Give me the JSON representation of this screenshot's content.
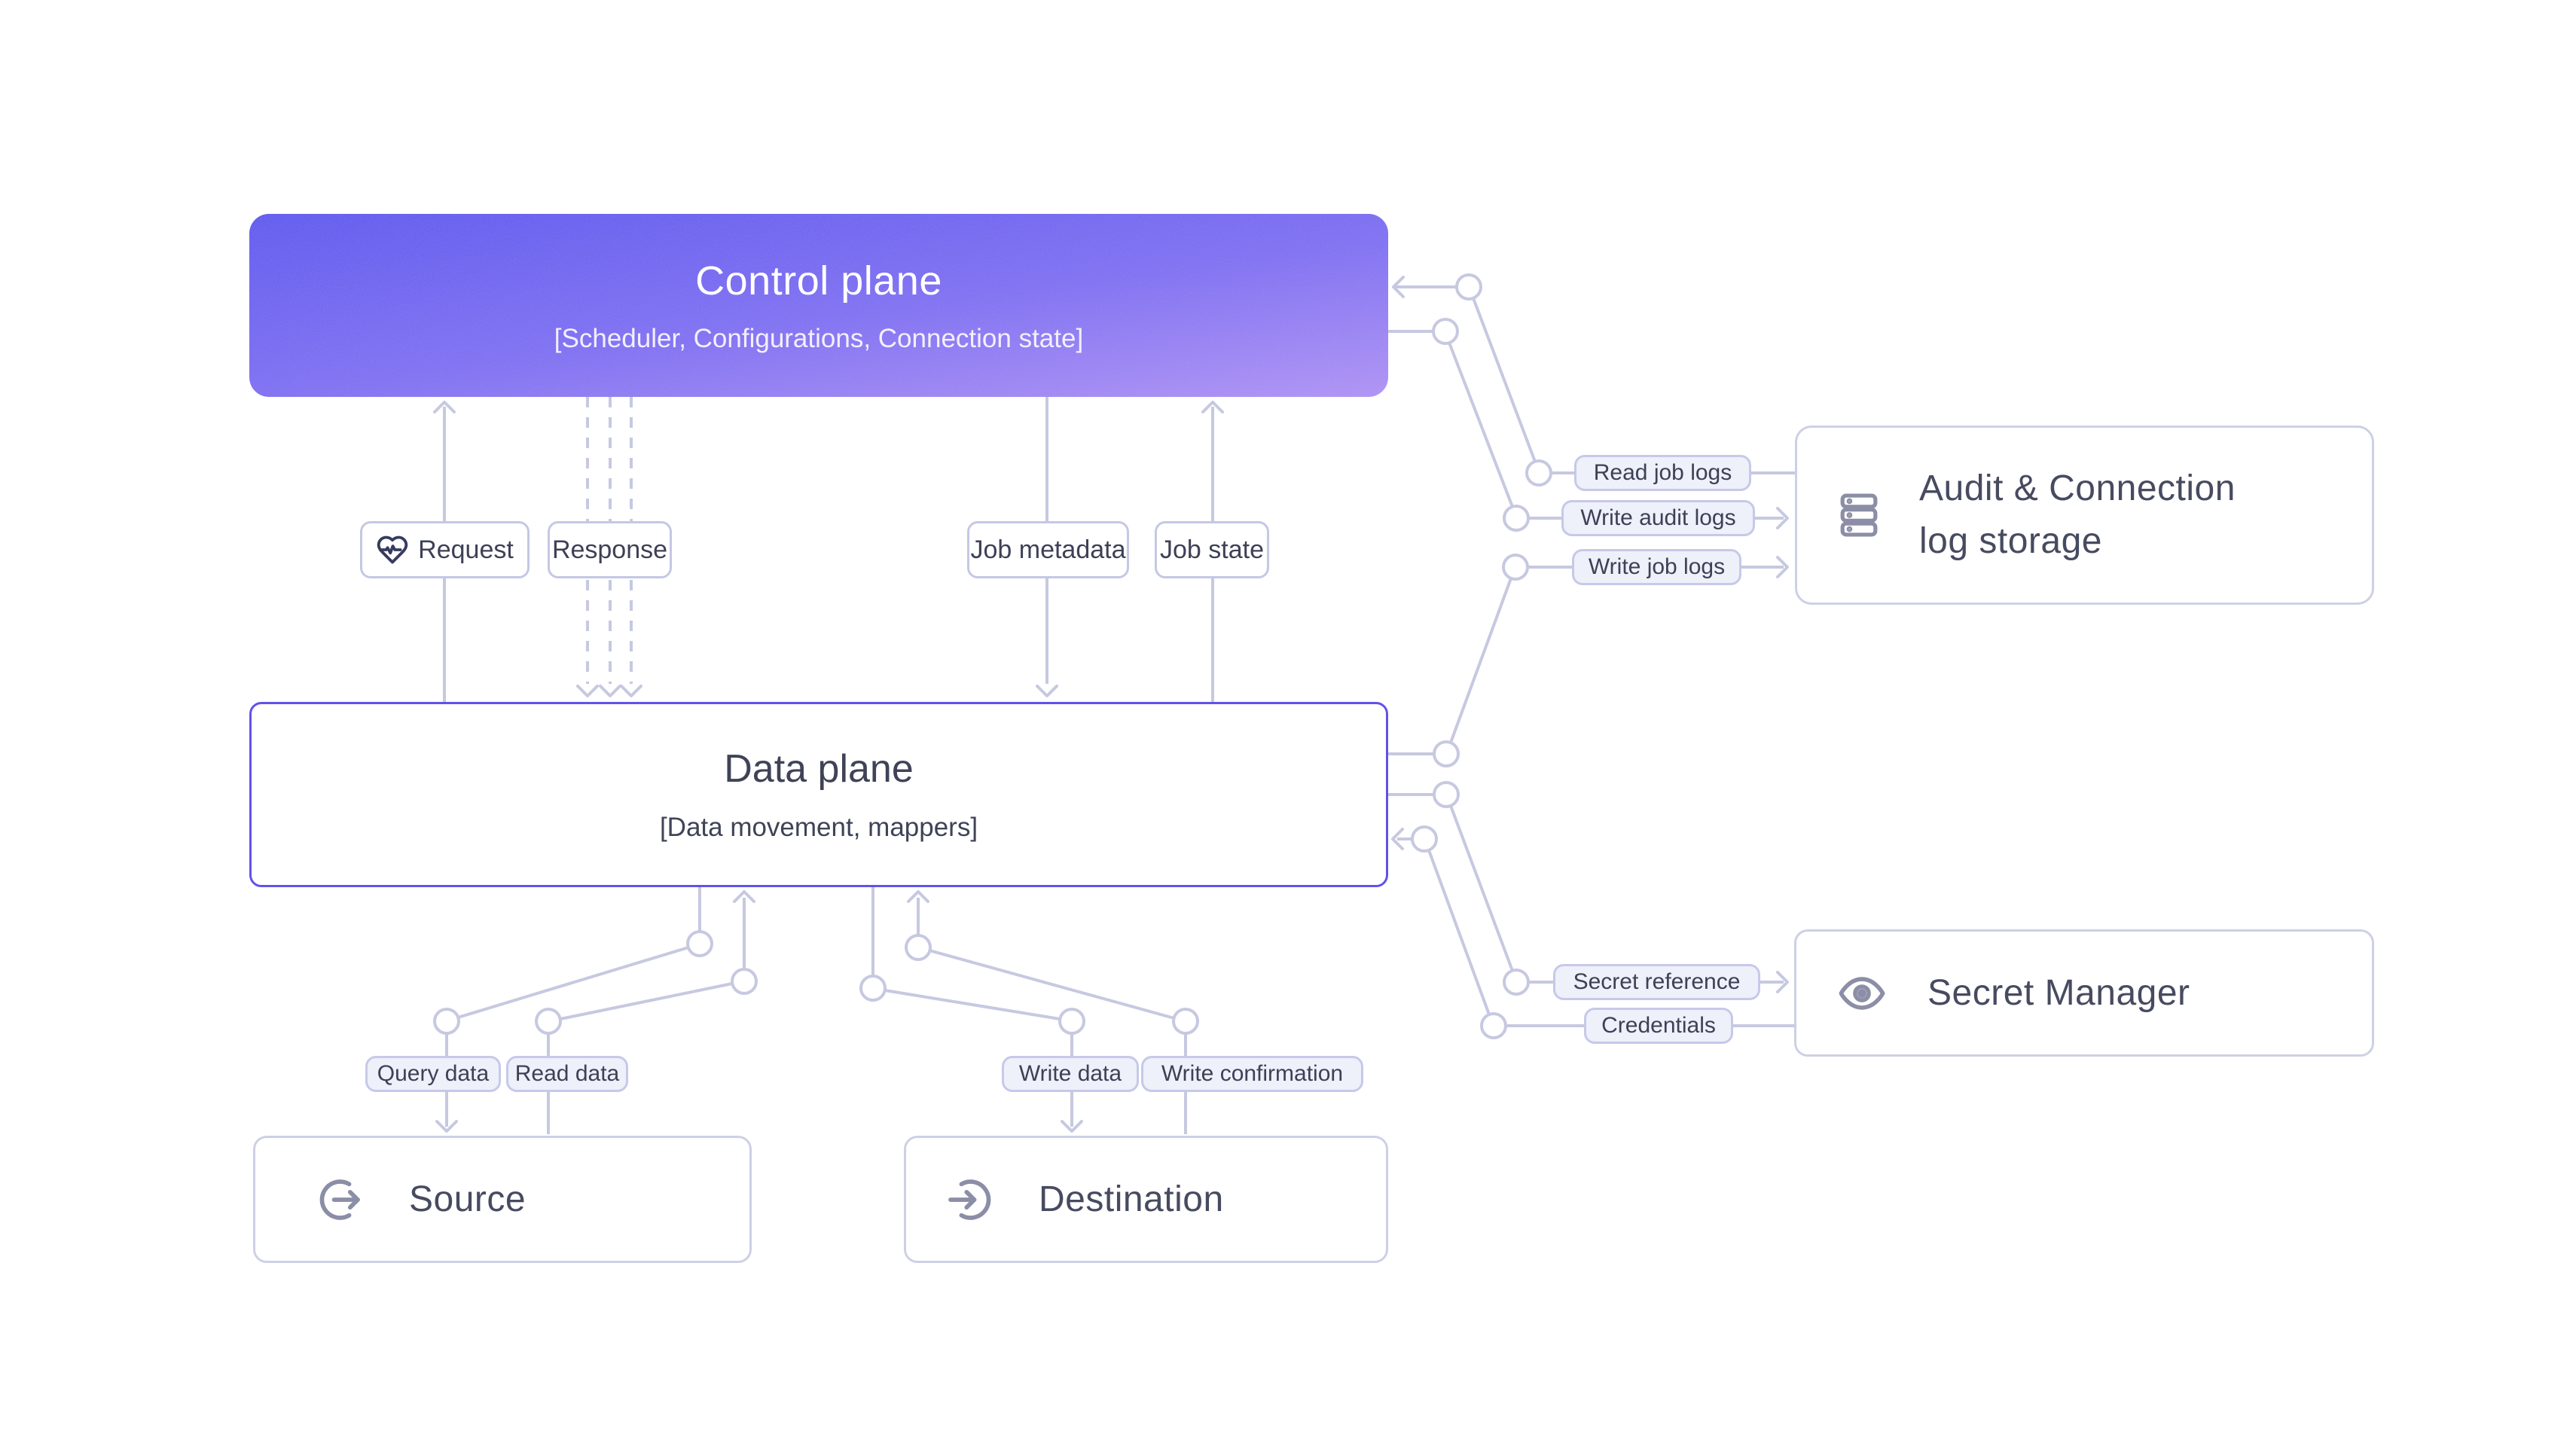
{
  "nodes": {
    "control_plane": {
      "title": "Control plane",
      "subtitle": "[Scheduler, Configurations, Connection state]"
    },
    "data_plane": {
      "title": "Data plane",
      "subtitle": "[Data movement, mappers]"
    },
    "source": {
      "title": "Source"
    },
    "destination": {
      "title": "Destination"
    },
    "audit_storage": {
      "title_line1": "Audit & Connection",
      "title_line2": "log storage"
    },
    "secret_manager": {
      "title": "Secret Manager"
    }
  },
  "edge_labels": {
    "request": "Request",
    "response": "Response",
    "job_metadata": "Job metadata",
    "job_state": "Job state",
    "read_job_logs": "Read job logs",
    "write_audit_logs": "Write audit logs",
    "write_job_logs": "Write job logs",
    "secret_reference": "Secret reference",
    "credentials": "Credentials",
    "query_data": "Query data",
    "read_data": "Read data",
    "write_data": "Write data",
    "write_confirmation": "Write confirmation"
  },
  "colors": {
    "control_gradient_top": "#5953ee",
    "control_gradient_bottom": "#aa8df3",
    "data_plane_border": "#6152e9",
    "connector_line": "#c6c9e0",
    "pill_background_lavender": "#eef0fa",
    "pill_border": "#c4c8e4",
    "dark_text": "#3d4156",
    "box_text": "#474b60",
    "icon_gray": "#8b8ea6",
    "heart_icon": "#363b5e"
  }
}
